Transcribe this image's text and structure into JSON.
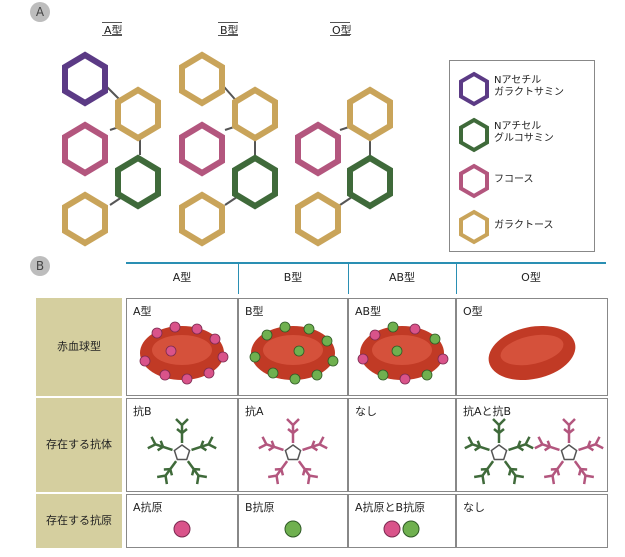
{
  "section_a": {
    "badge": "A",
    "blood_types": [
      {
        "label": "A型"
      },
      {
        "label": "B型"
      },
      {
        "label": "O型"
      }
    ],
    "legend": [
      {
        "text_line1": "Nアセチル",
        "text_line2": "ガラクトサミン",
        "color": "#5b3a85"
      },
      {
        "text_line1": "Nアチセル",
        "text_line2": "グルコサミン",
        "color": "#3f6a3a"
      },
      {
        "text_line1": "フコース",
        "text_line2": "",
        "color": "#b3567e"
      },
      {
        "text_line1": "ガラクトース",
        "text_line2": "",
        "color": "#c9a45a"
      }
    ]
  },
  "section_b": {
    "badge": "B",
    "columns": [
      "A型",
      "B型",
      "AB型",
      "O型"
    ],
    "rows": [
      {
        "header": "赤血球型",
        "cells": [
          "A型",
          "B型",
          "AB型",
          "O型"
        ]
      },
      {
        "header": "存在する抗体",
        "cells": [
          "抗B",
          "抗A",
          "なし",
          "抗Aと抗B"
        ]
      },
      {
        "header": "存在する抗原",
        "cells": [
          "A抗原",
          "B抗原",
          "A抗原とB抗原",
          "なし"
        ]
      }
    ]
  },
  "colors": {
    "purple": "#5b3a85",
    "green": "#3f6a3a",
    "pink": "#b3567e",
    "tan": "#c9a45a",
    "cell_red": "#c13a25",
    "antigen_pink": "#d9538a",
    "antigen_green": "#6fb04f",
    "row_header": "#d5cf9f",
    "header_line": "#2a8fb3"
  }
}
